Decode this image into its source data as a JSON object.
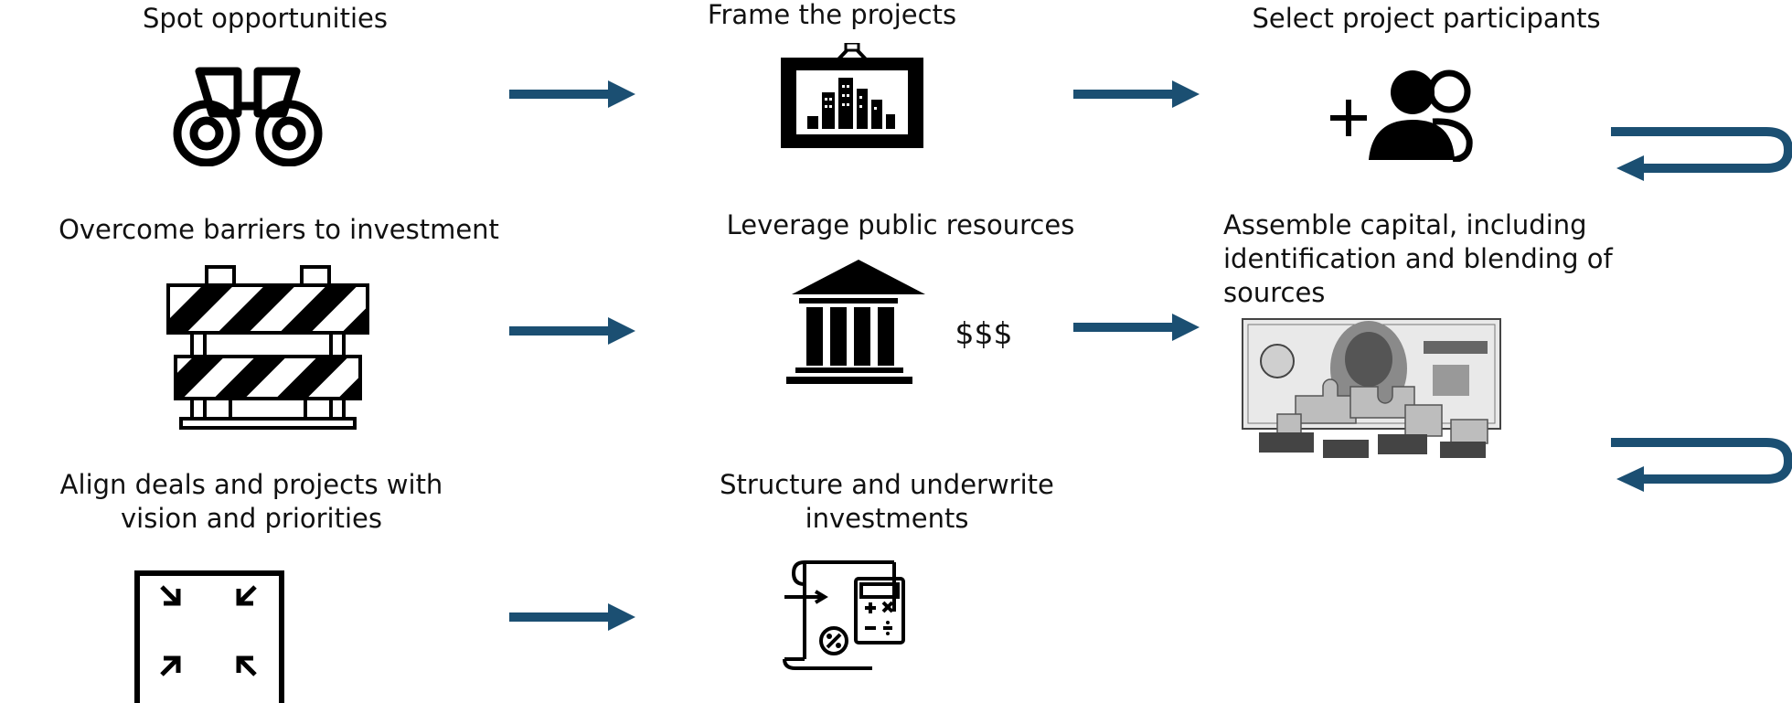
{
  "steps": [
    {
      "label": "Spot opportunities",
      "icon": "binoculars-icon"
    },
    {
      "label": "Frame the projects",
      "icon": "framed-city-icon"
    },
    {
      "label": "Select project participants",
      "icon": "add-participants-icon"
    },
    {
      "label": "Overcome barriers to investment",
      "icon": "road-barrier-icon"
    },
    {
      "label": "Leverage public resources",
      "icon": "government-building-icon",
      "icon_text": "$$$"
    },
    {
      "label_lines": [
        "Assemble capital, including",
        "identification and blending of",
        "sources"
      ],
      "icon": "money-puzzle-image"
    },
    {
      "label_lines": [
        "Align deals and projects with",
        "vision and priorities"
      ],
      "icon": "align-arrows-icon"
    },
    {
      "label_lines": [
        "Structure and underwrite",
        "investments"
      ],
      "icon": "calculator-document-icon"
    }
  ],
  "colors": {
    "arrow": "#1b4f72",
    "icon": "#000000"
  }
}
